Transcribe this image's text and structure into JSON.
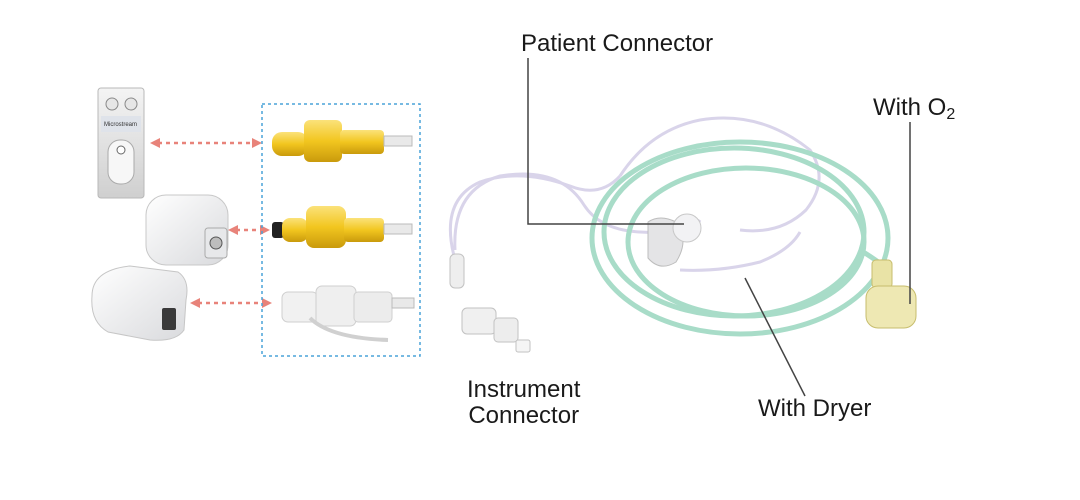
{
  "labels": {
    "patient_connector": "Patient Connector",
    "with_o2_prefix": "With O",
    "with_o2_subscript": "2",
    "instrument_line1": "Instrument",
    "instrument_line2": "Connector",
    "with_dryer": "With Dryer"
  },
  "monitor_text": "Microstream",
  "colors": {
    "arrow": "#e8837a",
    "dashed_box": "#4aa3d8",
    "yellow_connector": "#f2c61f",
    "green_tubing": "#a8dcc8",
    "clear_tubing": "#d9d4ea",
    "leader_line": "#444444"
  }
}
